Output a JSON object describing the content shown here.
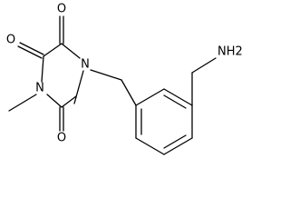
{
  "molecule": {
    "atoms": {
      "o_top": "O",
      "o_left": "O",
      "n_ring_right": "N",
      "n_ring_left": "N",
      "o_bottom": "O",
      "nh2": "NH2"
    }
  },
  "colors": {
    "bond": "#000000",
    "background": "#ffffff",
    "label": "#000000"
  }
}
